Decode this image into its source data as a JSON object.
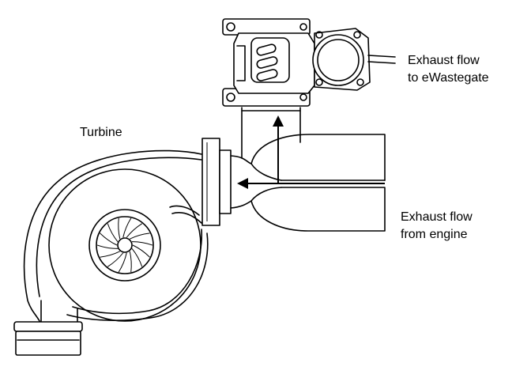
{
  "labels": {
    "turbine": "Turbine",
    "exhaust_to_ewastegate": [
      "Exhaust flow",
      "to eWastegate"
    ],
    "exhaust_from_engine": [
      "Exhaust flow",
      "from engine"
    ]
  },
  "colors": {
    "line": "#000000",
    "background": "#ffffff"
  }
}
